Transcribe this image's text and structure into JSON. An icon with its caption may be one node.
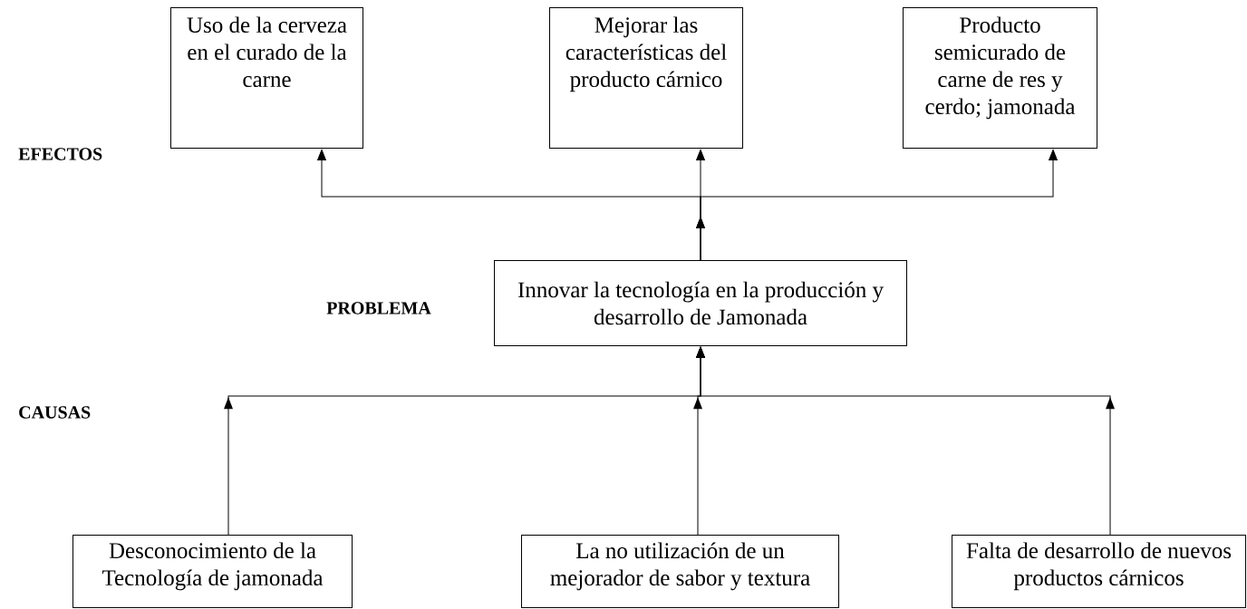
{
  "diagram": {
    "nodes": [
      {
        "text": [
          "Uso de la cerveza en el curado de la carne"
        ]
      },
      {
        "text": [
          "Mejorar las características del producto cárnico"
        ]
      },
      {
        "text": [
          "Producto semicurado de carne de res y cerdo; jamonada"
        ]
      },
      {
        "text": [
          "Innovar la tecnología en la producción y desarrollo de Jamonada"
        ]
      },
      {
        "text": [
          "Desconocimiento de la Tecnología de jamonada"
        ]
      },
      {
        "text": [
          "La no utilización de un mejorador de sabor y textura"
        ]
      },
      {
        "text": [
          "Falta de desarrollo de nuevos productos cárnicos"
        ]
      }
    ],
    "edges": [
      {
        "from": 3,
        "to": 0,
        "arrow": "to"
      },
      {
        "from": 3,
        "to": 1,
        "arrow": "to"
      },
      {
        "from": 3,
        "to": 2,
        "arrow": "to"
      },
      {
        "from": 4,
        "to": 3,
        "arrow": "to"
      },
      {
        "from": 5,
        "to": 3,
        "arrow": "to"
      },
      {
        "from": 6,
        "to": 3,
        "arrow": "to"
      }
    ],
    "labels": [
      "EFECTOS",
      "PROBLEMA",
      "CAUSAS"
    ]
  }
}
